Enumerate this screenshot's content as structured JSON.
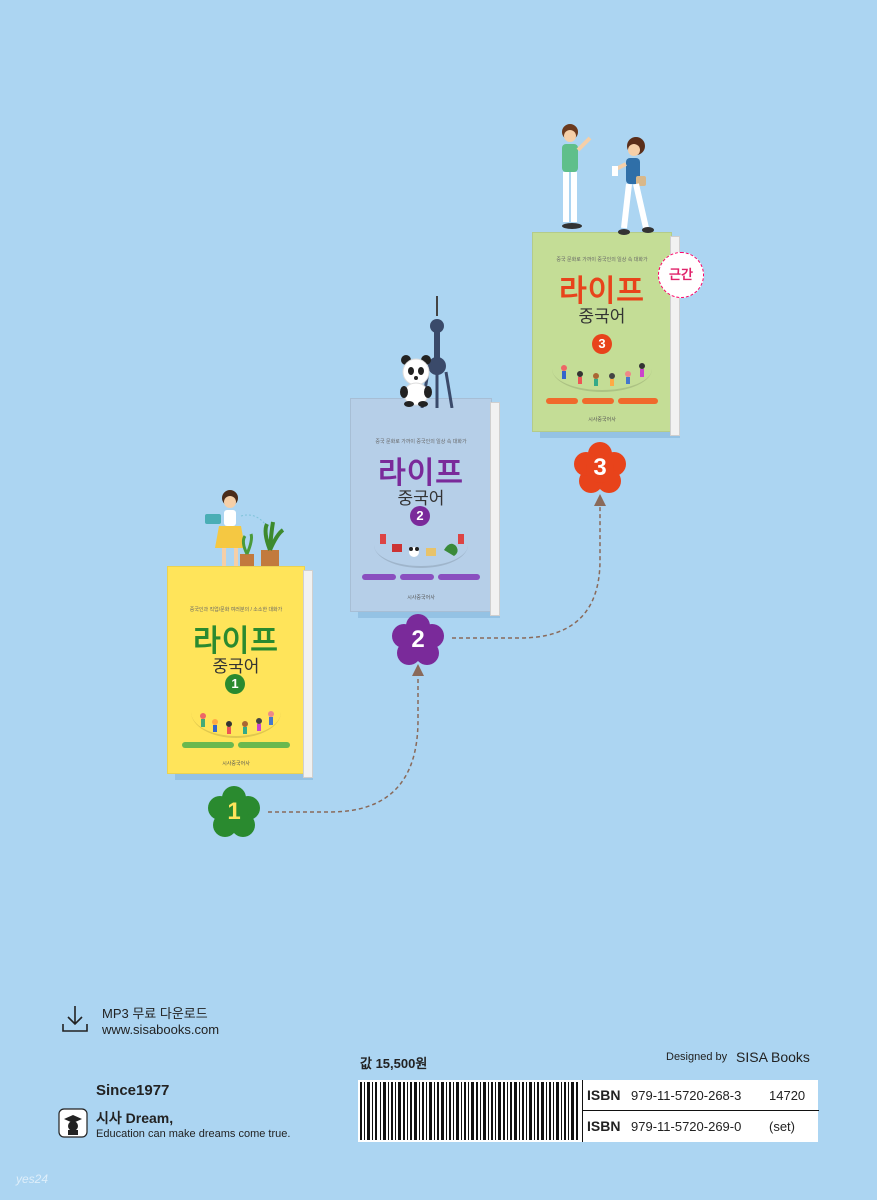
{
  "books": [
    {
      "tagline": "중국인과 직업/문화 여러분의 / 소소한 대화가",
      "title": "라이프",
      "subtitle": "중국어",
      "number": "1",
      "publisher": "시사중국어사",
      "color": "#ffe45a",
      "title_color": "#2a8a2f",
      "num_color": "#2a8a2f"
    },
    {
      "tagline": "중국 문화로 가까이 중국인의 일상 속 대화가",
      "title": "라이프",
      "subtitle": "중국어",
      "number": "2",
      "publisher": "시사중국어사",
      "color": "#b6cfe8",
      "title_color": "#7a2a9a",
      "num_color": "#7a2a9a"
    },
    {
      "tagline": "중국 문화로 가까이 중국인의 일상 속 대화가",
      "title": "라이프",
      "subtitle": "중국어",
      "number": "3",
      "publisher": "시사중국어사",
      "color": "#c4dd96",
      "title_color": "#e8431b",
      "num_color": "#e8431b",
      "badge": "근간"
    }
  ],
  "steps": [
    {
      "label": "1",
      "color": "#2a8a2f"
    },
    {
      "label": "2",
      "color": "#7a2a9a"
    },
    {
      "label": "3",
      "color": "#e8431b"
    }
  ],
  "download": {
    "line1": "MP3 무료 다운로드",
    "line2": "www.sisabooks.com"
  },
  "price": "값 15,500원",
  "designed": {
    "prefix": "Designed by",
    "name": "SISA Books"
  },
  "brand": {
    "since": "Since1977",
    "name": "시사 Dream,",
    "slogan": "Education can make dreams come true."
  },
  "isbn": [
    {
      "label": "ISBN",
      "number": "979-11-5720-268-3",
      "extra": "14720"
    },
    {
      "label": "ISBN",
      "number": "979-11-5720-269-0",
      "extra": "(set)"
    }
  ],
  "watermark": "yes24"
}
